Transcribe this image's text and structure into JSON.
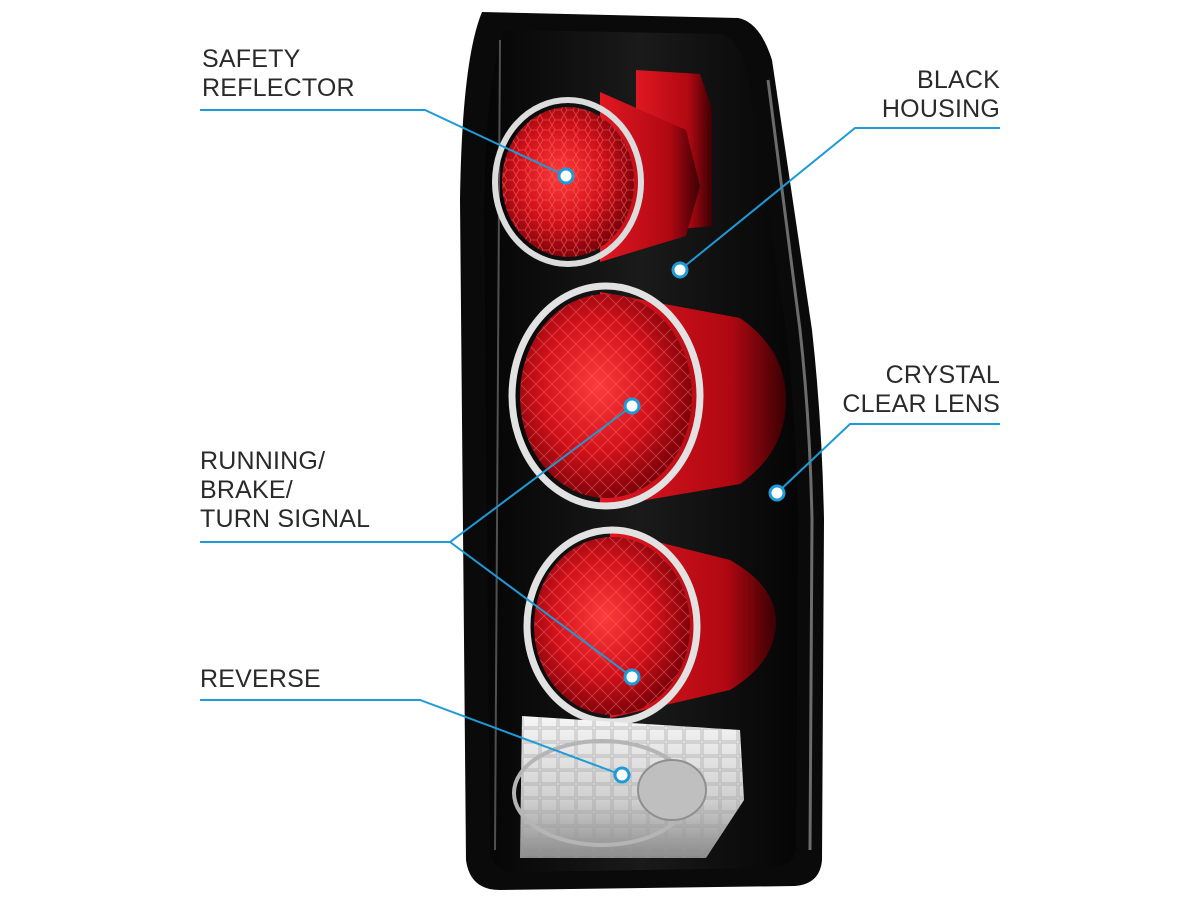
{
  "product": "Tail light assembly",
  "colors": {
    "accent": "#1e9ad6",
    "housing": "#0c0c0c",
    "lens_red": "#d0111a",
    "lens_red_dark": "#7a0008",
    "chrome": "#d8d8d8",
    "label_text": "#2a2a2a"
  },
  "callouts": [
    {
      "id": "safety-reflector",
      "lines": [
        "SAFETY",
        "REFLECTOR"
      ]
    },
    {
      "id": "black-housing",
      "lines": [
        "BLACK",
        "HOUSING"
      ]
    },
    {
      "id": "crystal-clear-lens",
      "lines": [
        "CRYSTAL",
        "CLEAR LENS"
      ]
    },
    {
      "id": "running-brake-turn",
      "lines": [
        "RUNNING/",
        "BRAKE/",
        "TURN SIGNAL"
      ]
    },
    {
      "id": "reverse",
      "lines": [
        "REVERSE"
      ]
    }
  ]
}
